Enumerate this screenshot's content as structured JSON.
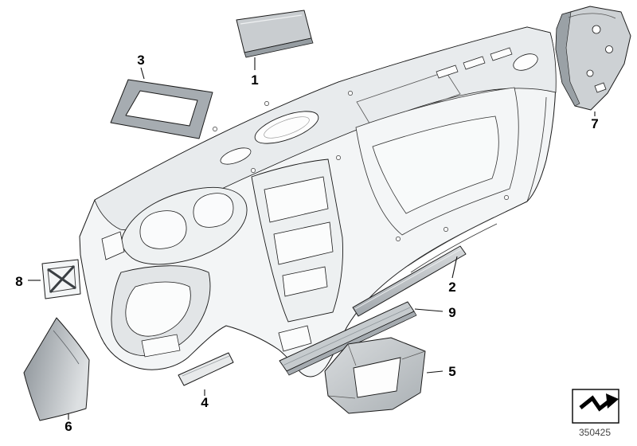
{
  "diagram": {
    "number": "350425",
    "callouts": [
      {
        "label": "1"
      },
      {
        "label": "2"
      },
      {
        "label": "3"
      },
      {
        "label": "4"
      },
      {
        "label": "5"
      },
      {
        "label": "6"
      },
      {
        "label": "7"
      },
      {
        "label": "8"
      },
      {
        "label": "9"
      }
    ],
    "colors": {
      "line": "#1a1a1a",
      "body": "#f3f5f6",
      "top_surface": "#e8ebed",
      "trim_light": "#cdd1d4",
      "trim_dark": "#969da2",
      "background": "#ffffff"
    }
  }
}
